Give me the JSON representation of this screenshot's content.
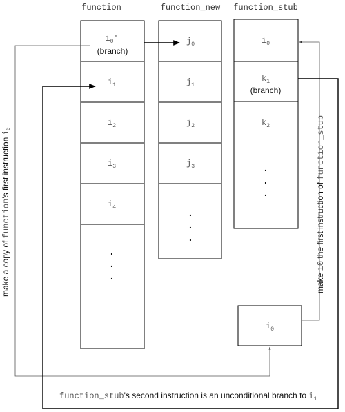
{
  "columns": {
    "function": "function",
    "function_new": "function_new",
    "function_stub": "function_stub"
  },
  "function_cells": {
    "i0": {
      "base": "i",
      "sub": "0",
      "suffix": "'"
    },
    "branch": "(branch)",
    "i1": {
      "base": "i",
      "sub": "1"
    },
    "i2": {
      "base": "i",
      "sub": "2"
    },
    "i3": {
      "base": "i",
      "sub": "3"
    },
    "i4": {
      "base": "i",
      "sub": "4"
    },
    "dots": "."
  },
  "function_new_cells": {
    "j0": {
      "base": "j",
      "sub": "0"
    },
    "j1": {
      "base": "j",
      "sub": "1"
    },
    "j2": {
      "base": "j",
      "sub": "2"
    },
    "j3": {
      "base": "j",
      "sub": "3"
    },
    "dots": "."
  },
  "function_stub_cells": {
    "i0": {
      "base": "i",
      "sub": "0"
    },
    "k1": {
      "base": "k",
      "sub": "1"
    },
    "branch": "(branch)",
    "k2": {
      "base": "k",
      "sub": "2"
    },
    "dots": "."
  },
  "copy_box": {
    "base": "i",
    "sub": "0"
  },
  "labels": {
    "left": {
      "part1": "make a copy of ",
      "code1": "function",
      "part2": "'s first instruction ",
      "code2": "i",
      "code2_sub": "0"
    },
    "right": {
      "part1": "make ",
      "code1": "i0",
      "part2": " the first instruction of ",
      "code2": "function_stub"
    },
    "bottom": {
      "code1": "function_stub",
      "part1": "'s second instruction is an unconditional branch to ",
      "code2": "i",
      "code2_sub": "1"
    }
  },
  "colors": {
    "line": "#000000",
    "text": "#222222"
  }
}
